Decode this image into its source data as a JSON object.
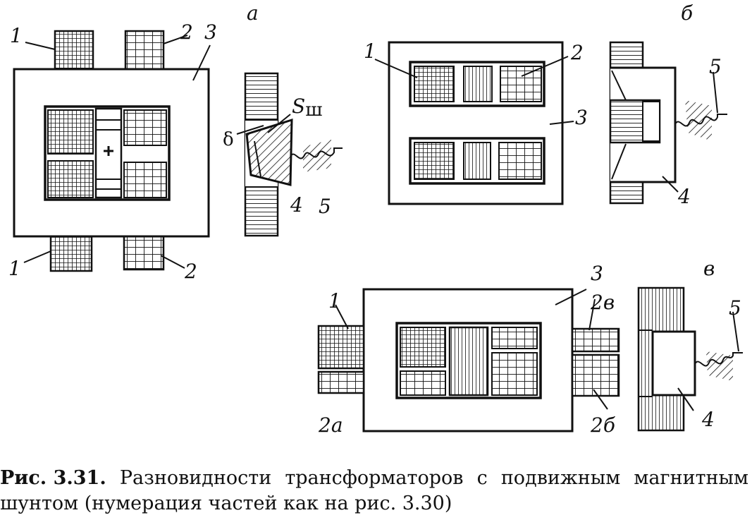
{
  "panels": {
    "a": {
      "tag": "а",
      "labels": {
        "p1_top": "1",
        "p2_top": "2",
        "p3": "3",
        "p1_bot": "1",
        "p2_bot": "2",
        "p4": "4",
        "p5": "5",
        "gap": "δ",
        "shunt_s": "S",
        "shunt_sub": "ш"
      }
    },
    "b": {
      "tag": "б",
      "labels": {
        "p1": "1",
        "p2": "2",
        "p3": "3",
        "p4": "4",
        "p5": "5"
      }
    },
    "v": {
      "tag": "в",
      "labels": {
        "p1": "1",
        "p3": "3",
        "p2v": "2в",
        "p2a": "2а",
        "p2b": "2б",
        "p4": "4",
        "p5": "5"
      }
    }
  },
  "caption": {
    "label": "Рис. 3.31.",
    "line1_words": [
      "Разновидности",
      "трансформаторов",
      "с",
      "подвижным",
      "магнитным"
    ],
    "line2": "шунтом (нумерация частей как на рис. 3.30)"
  }
}
